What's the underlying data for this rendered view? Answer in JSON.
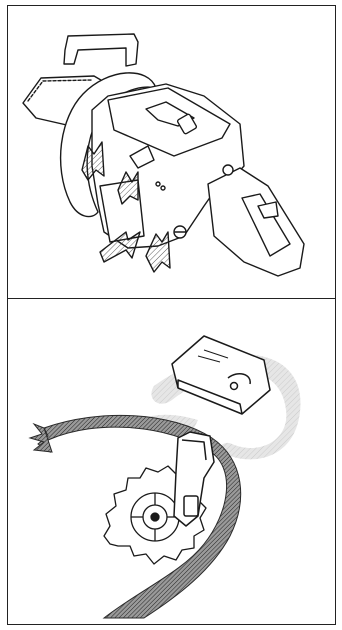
{
  "figure": {
    "panels": [
      {
        "id": "top",
        "subject": "chainsaw",
        "annotation": ""
      },
      {
        "id": "bottom",
        "subject": "cooling-air-flow",
        "annotation": ""
      }
    ],
    "colors": {
      "line": "#1a1a1a",
      "background": "#ffffff",
      "hatch_dark": "#3a3a3a",
      "flow_light": "#d4d4d4"
    }
  }
}
